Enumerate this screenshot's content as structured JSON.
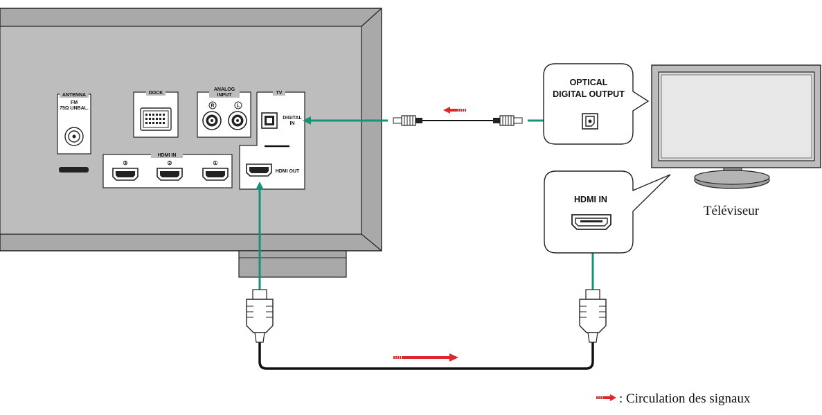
{
  "receiver": {
    "antenna_title": "ANTENNA",
    "antenna_fm": "FM",
    "antenna_ohm": "75Ω UNBAL.",
    "dock_label": "DOCK",
    "analog_line1": "ANALOG",
    "analog_line2": "INPUT",
    "analog_right": "R",
    "analog_left": "L",
    "tv_label": "TV",
    "digital_line1": "DIGITAL",
    "digital_line2": "IN",
    "hdmi_in_label": "HDMI  IN",
    "hdmi_in_1": "①",
    "hdmi_in_2": "②",
    "hdmi_in_3": "③",
    "hdmi_out_label": "HDMI OUT"
  },
  "tv": {
    "name": "Téléviseur",
    "optical_line1": "OPTICAL",
    "optical_line2": "DIGITAL OUTPUT",
    "hdmi_in_label": "HDMI IN"
  },
  "legend": {
    "text": ": Circulation des signaux"
  },
  "colors": {
    "signal_arrow": "#e0262b",
    "connection_line": "#12937a",
    "panel": "#b9b9b9",
    "panel_dark": "#a9a9a9"
  }
}
